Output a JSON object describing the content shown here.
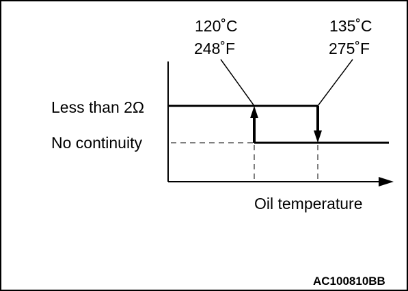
{
  "labels": {
    "state_high": "Less than 2Ω",
    "state_low": "No continuity",
    "x_axis": "Oil temperature"
  },
  "points": [
    {
      "celsius": "120˚C",
      "fahrenheit": "248˚F"
    },
    {
      "celsius": "135˚C",
      "fahrenheit": "275˚F"
    }
  ],
  "figure_code": "AC100810BB"
}
